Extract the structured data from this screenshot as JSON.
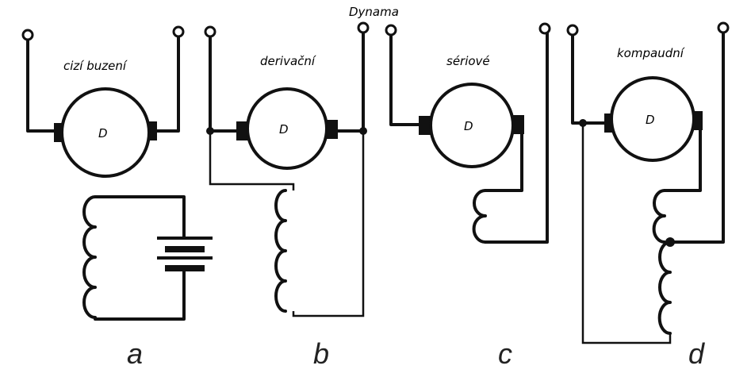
{
  "title": "Dynama",
  "diagrams": [
    {
      "letter": "a",
      "name": "cizí buzení",
      "machine": "D"
    },
    {
      "letter": "b",
      "name": "derivační",
      "machine": "D"
    },
    {
      "letter": "c",
      "name": "sériové",
      "machine": "D"
    },
    {
      "letter": "d",
      "name": "kompaudní",
      "machine": "D"
    }
  ]
}
